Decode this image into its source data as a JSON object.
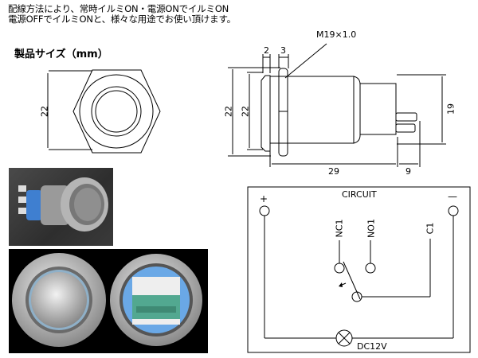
{
  "intro": {
    "line1": "配線方法により、常時イルミON・電源ONでイルミON",
    "line2": "電源OFFでイルミONと、様々な用途でお使い頂けます。"
  },
  "size_section": {
    "title": "製品サイズ（mm）",
    "front_view": {
      "height_label": "22"
    },
    "side_view": {
      "thread_label": "M19×1.0",
      "bezel_thickness": "2",
      "nut_thickness": "3",
      "outer_height": "22",
      "bezel_height": "22",
      "body_height": "19",
      "body_length": "29",
      "terminal_length": "9"
    }
  },
  "photos": {
    "product_side": "stainless push button switch, side view",
    "product_front_back": "front face and rear connector view"
  },
  "circuit": {
    "title": "CIRCUIT",
    "plus": "+",
    "minus": "—",
    "nc": "NC1",
    "no": "NO1",
    "c": "C1",
    "lamp": "DC12V"
  }
}
